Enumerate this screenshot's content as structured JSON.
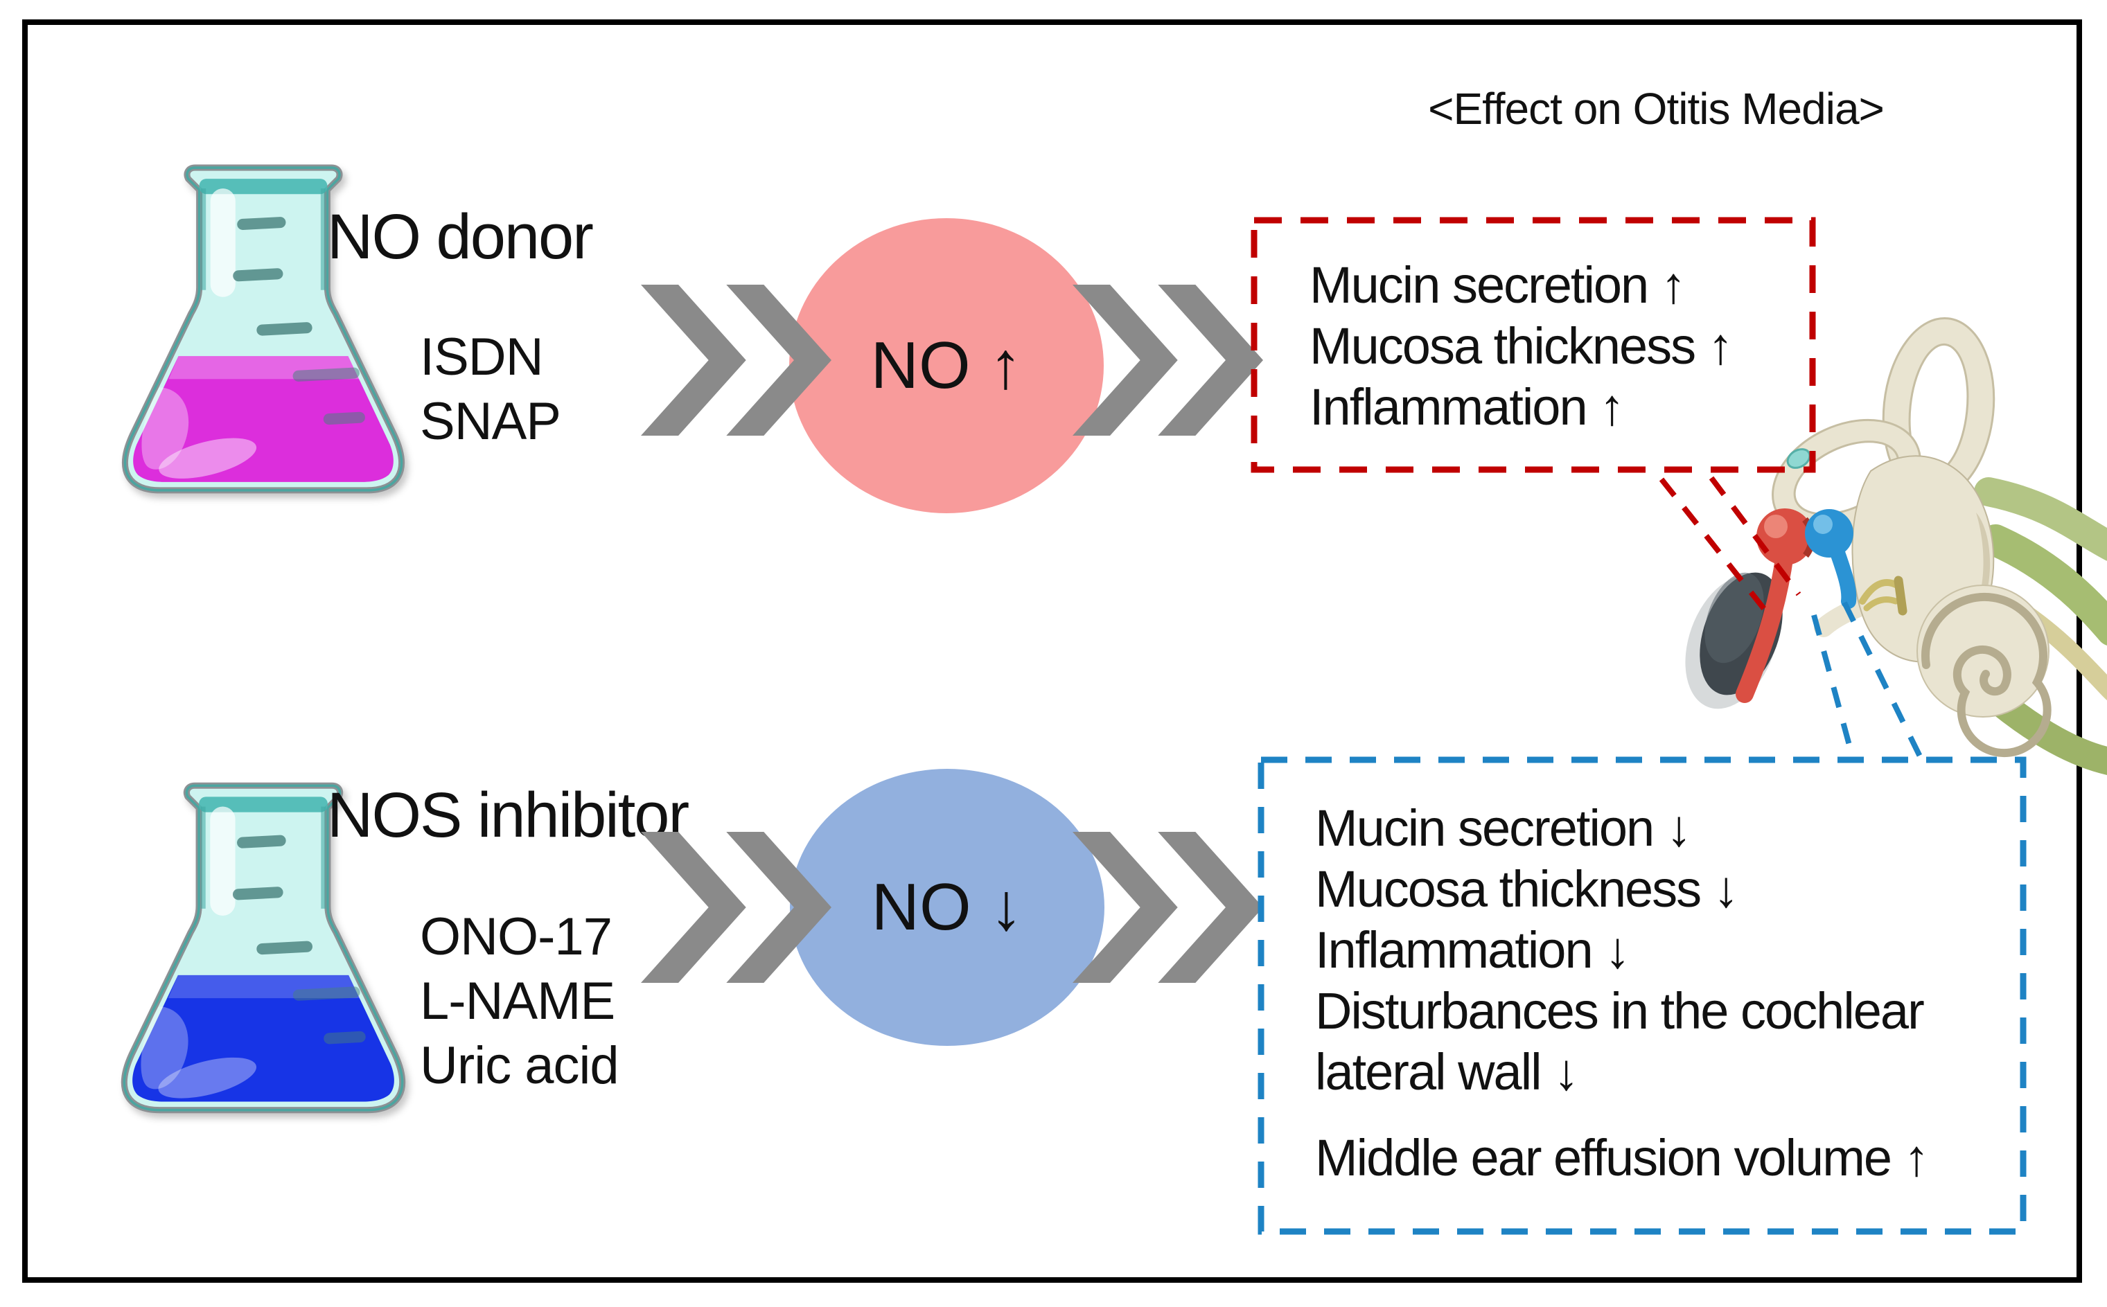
{
  "title": "<Effect on Otitis Media>",
  "pathways": [
    {
      "name": "NO donor",
      "agents": [
        "ISDN",
        "SNAP"
      ],
      "mediator": "NO ↑",
      "effects": [
        "Mucin secretion ↑",
        "Mucosa thickness ↑",
        "Inflammation ↑"
      ],
      "colors": {
        "circle": "#F89B9B",
        "liquid": "#DC2EDC",
        "box_border": "#C00000"
      }
    },
    {
      "name": "NOS inhibitor",
      "agents": [
        "ONO-17",
        "L-NAME",
        "Uric acid"
      ],
      "mediator": "NO ↓",
      "effects": [
        "Mucin secretion ↓",
        "Mucosa thickness ↓",
        "Inflammation ↓",
        "Disturbances in the cochlear",
        "lateral wall ↓",
        "Middle ear effusion volume ↑"
      ],
      "colors": {
        "circle": "#92B0DE",
        "liquid": "#1734E6",
        "box_border": "#1E83C4"
      }
    }
  ],
  "icons": {
    "flask": "erlenmeyer-flask",
    "chevron": "double-chevron-right",
    "ear": "middle-and-inner-ear-anatomy"
  },
  "colors": {
    "frame": "#000000",
    "chevron": "#8A8A8A",
    "flask_glass": "#CDF4F0",
    "flask_rim": "#49B8B2",
    "ear_bone": "#E9E4D1",
    "eardrum": "#3F474D",
    "malleus": "#DA4F43",
    "incus": "#2B93D4",
    "stapes": "#CBBC6B",
    "nerve": "#A6BD72",
    "text": "#111111"
  }
}
